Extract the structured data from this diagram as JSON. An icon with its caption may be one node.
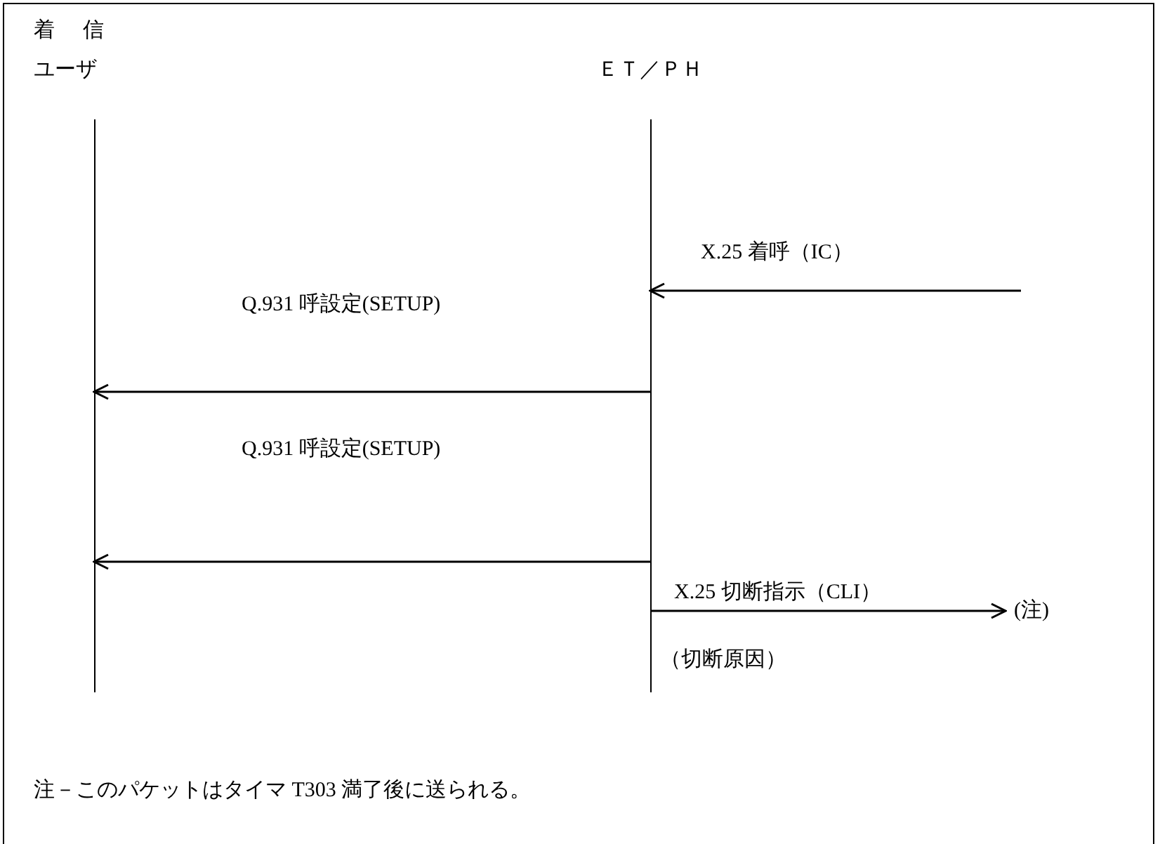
{
  "diagram": {
    "title": "着 信",
    "nodes": [
      {
        "text": [
          "ユーザ"
        ]
      },
      {
        "text": [
          "ＥＴ／ＰＨ"
        ]
      },
      {
        "text": [
          "(注)"
        ]
      }
    ],
    "edges": [
      {
        "from": null,
        "to": 1,
        "arrow": "to",
        "label": "X.25 着呼（IC）"
      },
      {
        "from": 1,
        "to": 0,
        "arrow": "to",
        "label": "Q.931 呼設定(SETUP)"
      },
      {
        "from": 1,
        "to": 0,
        "arrow": "to",
        "label": "Q.931 呼設定(SETUP)"
      },
      {
        "from": 1,
        "to": 2,
        "arrow": "to",
        "label": "X.25 切断指示（CLI）"
      }
    ],
    "labels": [
      "（切断原因）",
      "注－このパケットはタイマ T303 満了後に送られる。"
    ]
  }
}
